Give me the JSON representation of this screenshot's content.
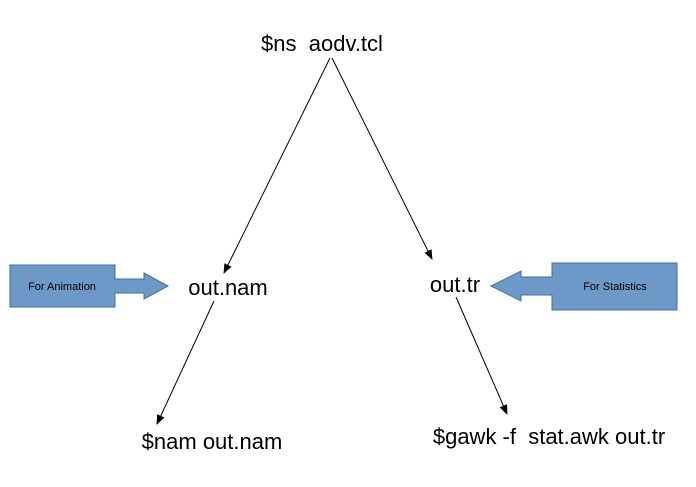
{
  "nodes": {
    "root": "$ns  aodv.tcl",
    "nam_file": "out.nam",
    "trace_file": "out.tr",
    "nam_command": "$nam out.nam",
    "gawk_command": "$gawk -f  stat.awk out.tr"
  },
  "callouts": {
    "animation": "For Animation",
    "statistics": "For Statistics"
  },
  "colors": {
    "callout_fill": "#6d99c9",
    "callout_border": "#41719c",
    "line": "#000000",
    "text": "#000000"
  }
}
